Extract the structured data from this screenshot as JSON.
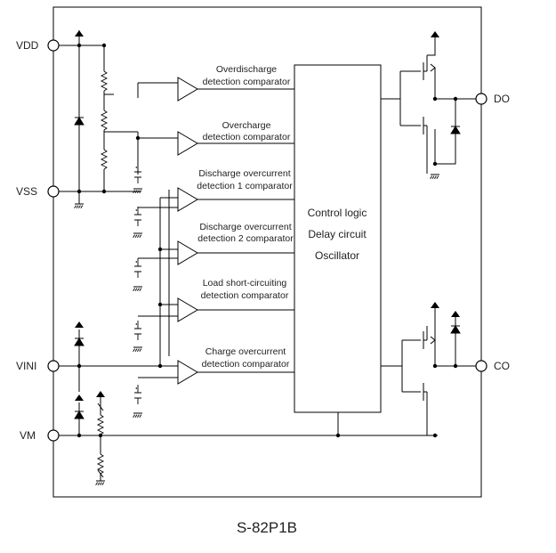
{
  "pins": {
    "vdd": "VDD",
    "vss": "VSS",
    "vini": "VINI",
    "vm": "VM",
    "do": "DO",
    "co": "CO"
  },
  "comparators": [
    {
      "line1": "Overdischarge",
      "line2": "detection comparator"
    },
    {
      "line1": "Overcharge",
      "line2": "detection comparator"
    },
    {
      "line1": "Discharge overcurrent",
      "line2": "detection 1 comparator"
    },
    {
      "line1": "Discharge overcurrent",
      "line2": "detection 2 comparator"
    },
    {
      "line1": "Load short-circuiting",
      "line2": "detection comparator"
    },
    {
      "line1": "Charge overcurrent",
      "line2": "detection comparator"
    }
  ],
  "logic_block": {
    "lines": [
      "Control logic",
      "Delay circuit",
      "Oscillator"
    ]
  },
  "part_number": "S-82P1B"
}
